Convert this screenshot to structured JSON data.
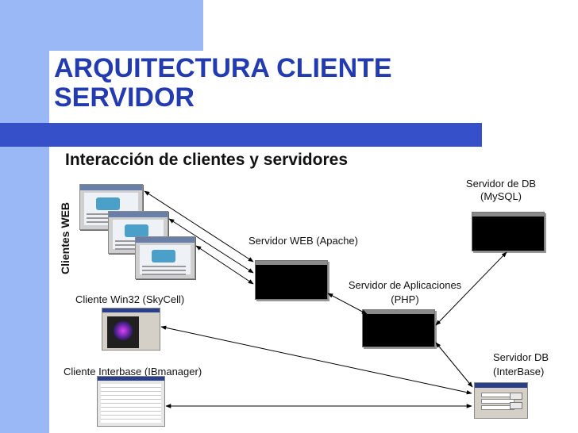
{
  "title": "ARQUITECTURA CLIENTE SERVIDOR",
  "subtitle": "Interacción de clientes y servidores",
  "labels": {
    "clientes_web": "Clientes WEB",
    "servidor_web": "Servidor WEB (Apache)",
    "servidor_db_mysql_line1": "Servidor de DB",
    "servidor_db_mysql_line2": "(MySQL)",
    "servidor_aplicaciones_line1": "Servidor de Aplicaciones",
    "servidor_aplicaciones_line2": "(PHP)",
    "cliente_win32": "Cliente Win32  (SkyCell)",
    "servidor_db_interbase_line1": "Servidor DB",
    "servidor_db_interbase_line2": "(InterBase)",
    "cliente_interbase": "Cliente Interbase (IBmanager)"
  },
  "colors": {
    "title": "#233bb0",
    "accent_bar": "#3550c8",
    "side_bar": "#9ab8f5"
  }
}
